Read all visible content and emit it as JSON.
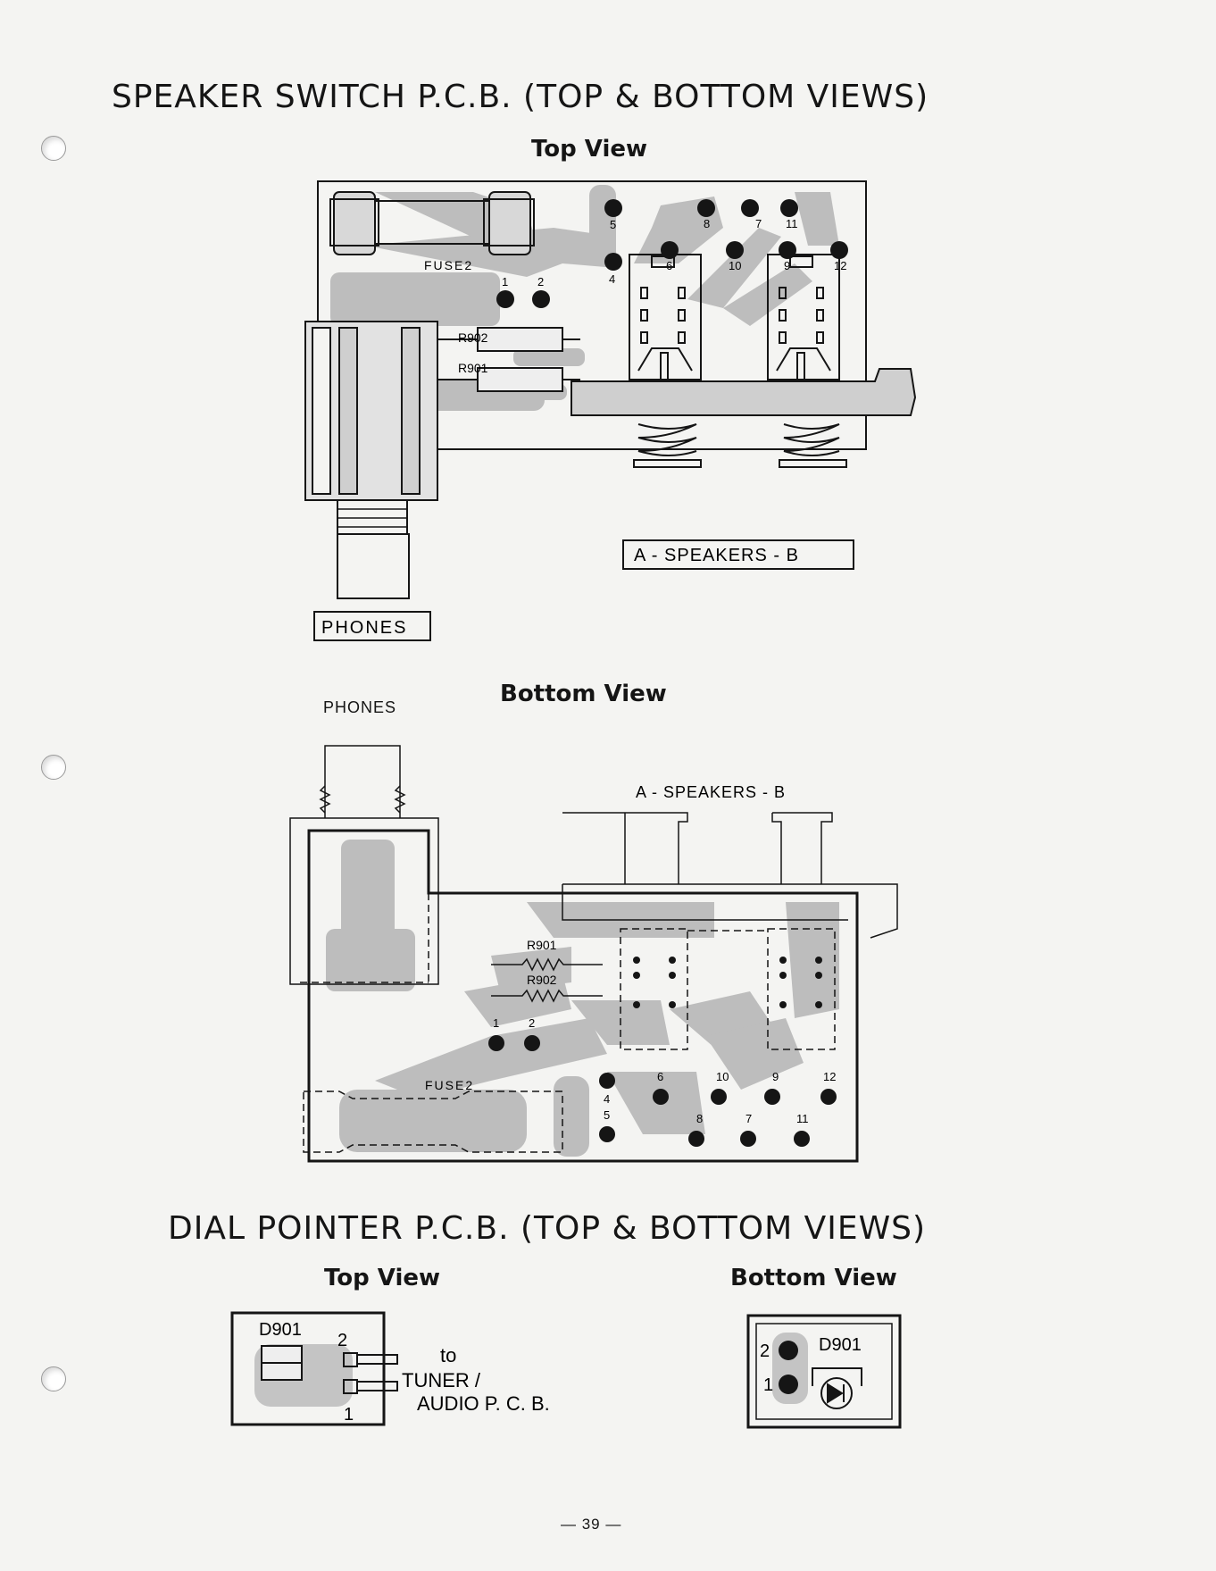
{
  "page": {
    "title_speaker": "SPEAKER SWITCH P.C.B. (TOP & BOTTOM VIEWS)",
    "title_dial": "DIAL POINTER P.C.B. (TOP & BOTTOM VIEWS)",
    "page_number": "— 39 —"
  },
  "speaker_top": {
    "view_label": "Top View",
    "fuse_label": "FUSE2",
    "r902": "R902",
    "r901": "R901",
    "pads": [
      "1",
      "2",
      "4",
      "5",
      "6",
      "7",
      "8",
      "9",
      "10",
      "11",
      "12"
    ],
    "speakers_label": "A - SPEAKERS - B",
    "phones_label": "PHONES"
  },
  "speaker_bottom": {
    "view_label": "Bottom View",
    "phones_label": "PHONES",
    "speakers_label": "A - SPEAKERS - B",
    "fuse_label": "FUSE2",
    "r901": "R901",
    "r902": "R902"
  },
  "dial_top": {
    "view_label": "Top View",
    "d901": "D901",
    "pad2": "2",
    "pad1": "1",
    "to": "to",
    "tuner": "TUNER /",
    "audio": "AUDIO P. C. B."
  },
  "dial_bottom": {
    "view_label": "Bottom View",
    "d901": "D901",
    "pad2": "2",
    "pad1": "1"
  },
  "colors": {
    "copper": "#bdbdbd",
    "ink": "#151515",
    "paper": "#f4f4f2"
  }
}
